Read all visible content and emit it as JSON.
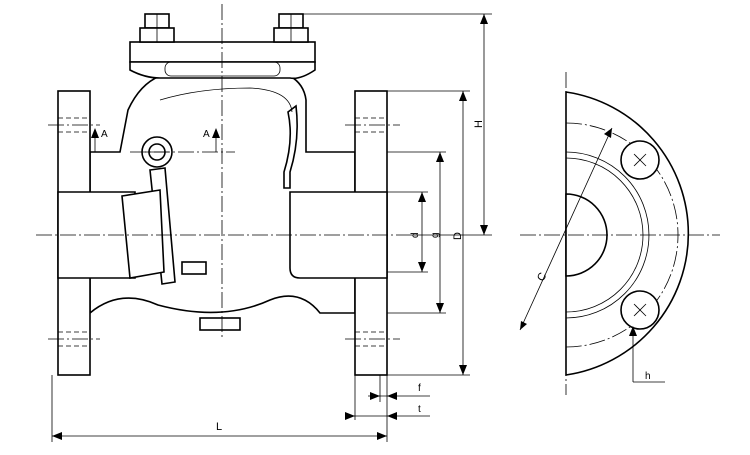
{
  "labels": {
    "H": "H",
    "D": "D",
    "g": "g",
    "d": "d",
    "L": "L",
    "f": "f",
    "t": "t",
    "C": "C",
    "h": "h",
    "A_left": "A",
    "A_right": "A"
  }
}
